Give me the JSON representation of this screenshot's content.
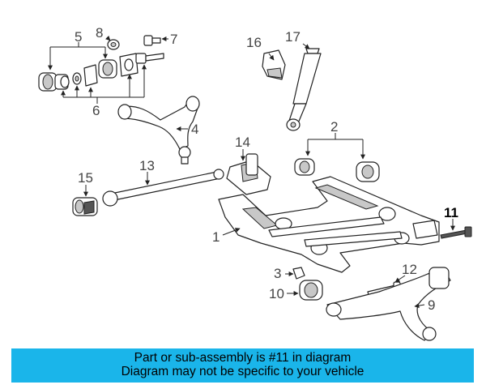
{
  "callouts": {
    "c1": "1",
    "c2": "2",
    "c3": "3",
    "c4": "4",
    "c5": "5",
    "c6": "6",
    "c7": "7",
    "c8": "8",
    "c9": "9",
    "c10": "10",
    "c11": "11",
    "c12": "12",
    "c13": "13",
    "c14": "14",
    "c15": "15",
    "c16": "16",
    "c17": "17"
  },
  "highlighted_part": "11",
  "banner": {
    "line1": "Part or sub-assembly is #11 in diagram",
    "line2": "Diagram may not be specific to your vehicle",
    "background": "#1ab5ea"
  }
}
